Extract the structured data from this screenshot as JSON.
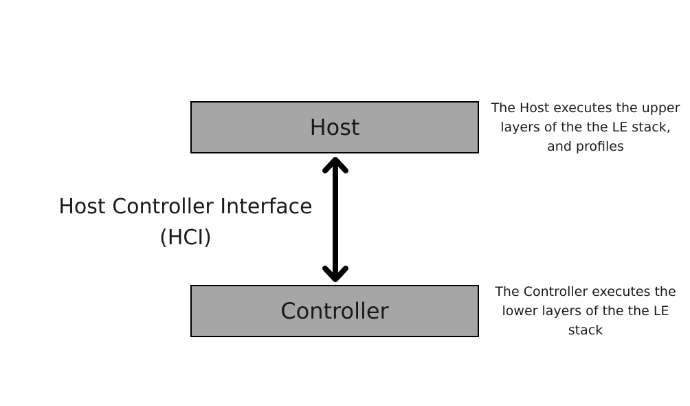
{
  "host": {
    "label": "Host",
    "description": [
      "The Host executes the upper",
      "layers of the the LE stack,",
      "and profiles"
    ]
  },
  "controller": {
    "label": "Controller",
    "description": [
      "The Controller executes the",
      "lower layers of the the LE",
      "stack"
    ]
  },
  "interface": {
    "label_line1": "Host Controller Interface",
    "label_line2": "(HCI)",
    "arrow": "double-headed-arrow"
  },
  "colors": {
    "box_fill": "#a6a6a6",
    "box_border": "#000000",
    "arrow": "#000000",
    "text": "#1a1a1a"
  }
}
